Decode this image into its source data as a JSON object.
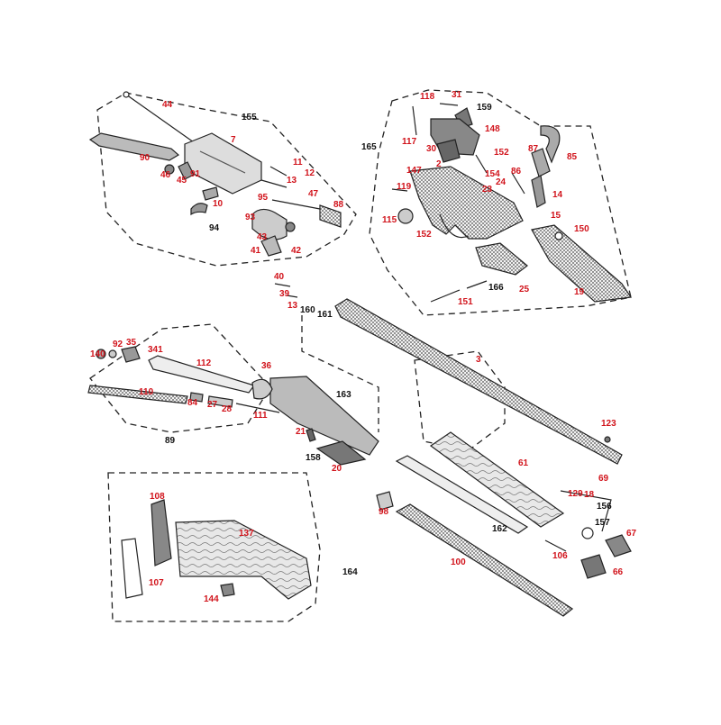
{
  "colors": {
    "part_number": "#d1131b",
    "group_number": "#111111",
    "outline": "#222222",
    "wood": "#cfcfcf",
    "background": "#ffffff"
  },
  "part_numbers": [
    "44",
    "155",
    "7",
    "90",
    "46",
    "91",
    "45",
    "11",
    "12",
    "13",
    "47",
    "10",
    "95",
    "88",
    "93",
    "94",
    "43",
    "41",
    "42",
    "118",
    "31",
    "159",
    "148",
    "117",
    "30",
    "165",
    "152",
    "87",
    "85",
    "2",
    "147",
    "154",
    "86",
    "119",
    "24",
    "23",
    "14",
    "115",
    "15",
    "150",
    "152",
    "25",
    "166",
    "19",
    "151",
    "40",
    "39",
    "13",
    "160",
    "161",
    "140",
    "92",
    "35",
    "341",
    "112",
    "36",
    "110",
    "84",
    "27",
    "28",
    "111",
    "89",
    "163",
    "3",
    "21",
    "158",
    "20",
    "123",
    "61",
    "69",
    "129",
    "18",
    "156",
    "157",
    "67",
    "98",
    "162",
    "106",
    "66",
    "100",
    "108",
    "137",
    "164",
    "107",
    "144"
  ],
  "group_numbers": [
    "155",
    "165",
    "159",
    "94",
    "166",
    "160",
    "161",
    "163",
    "158",
    "89",
    "162",
    "156",
    "157",
    "164"
  ]
}
